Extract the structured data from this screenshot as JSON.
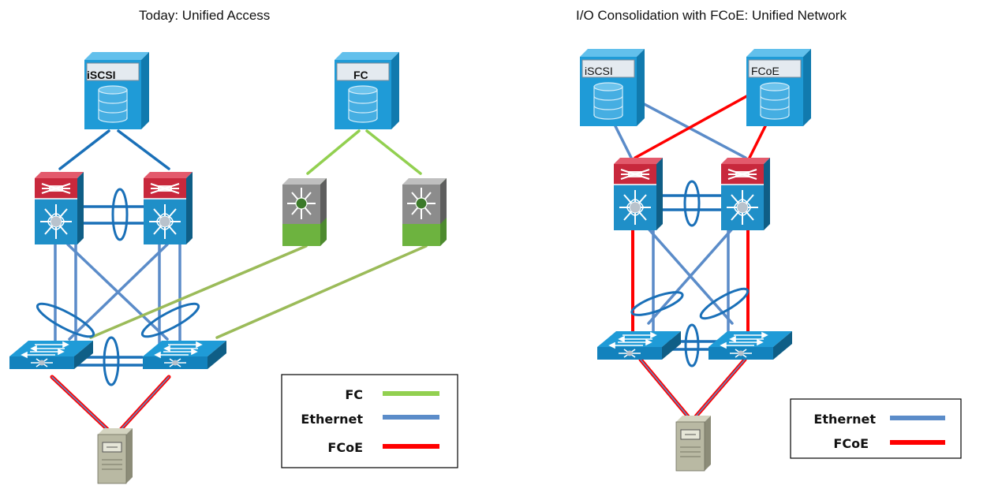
{
  "left": {
    "title": "Today: Unified Access",
    "iscsi_label": "iSCSI",
    "fc_label": "FC",
    "legend": [
      {
        "label": "FC",
        "color": "#92D050"
      },
      {
        "label": "Ethernet",
        "color": "#5B8CC9"
      },
      {
        "label": "FCoE",
        "color": "#FF0000"
      }
    ]
  },
  "right": {
    "title": "I/O Consolidation with FCoE: Unified Network",
    "iscsi_label": "iSCSI",
    "fcoe_label": "FCoE",
    "legend": [
      {
        "label": "Ethernet",
        "color": "#5B8CC9"
      },
      {
        "label": "FCoE",
        "color": "#FF0000"
      }
    ]
  },
  "colors": {
    "ethernet": "#5B8CC9",
    "fc": "#92D050",
    "fcoe": "#FF0000",
    "device_blue": "#1F9BD7",
    "device_dark": "#14668F",
    "router_red": "#C8283C",
    "fc_green": "#6DB33F"
  }
}
